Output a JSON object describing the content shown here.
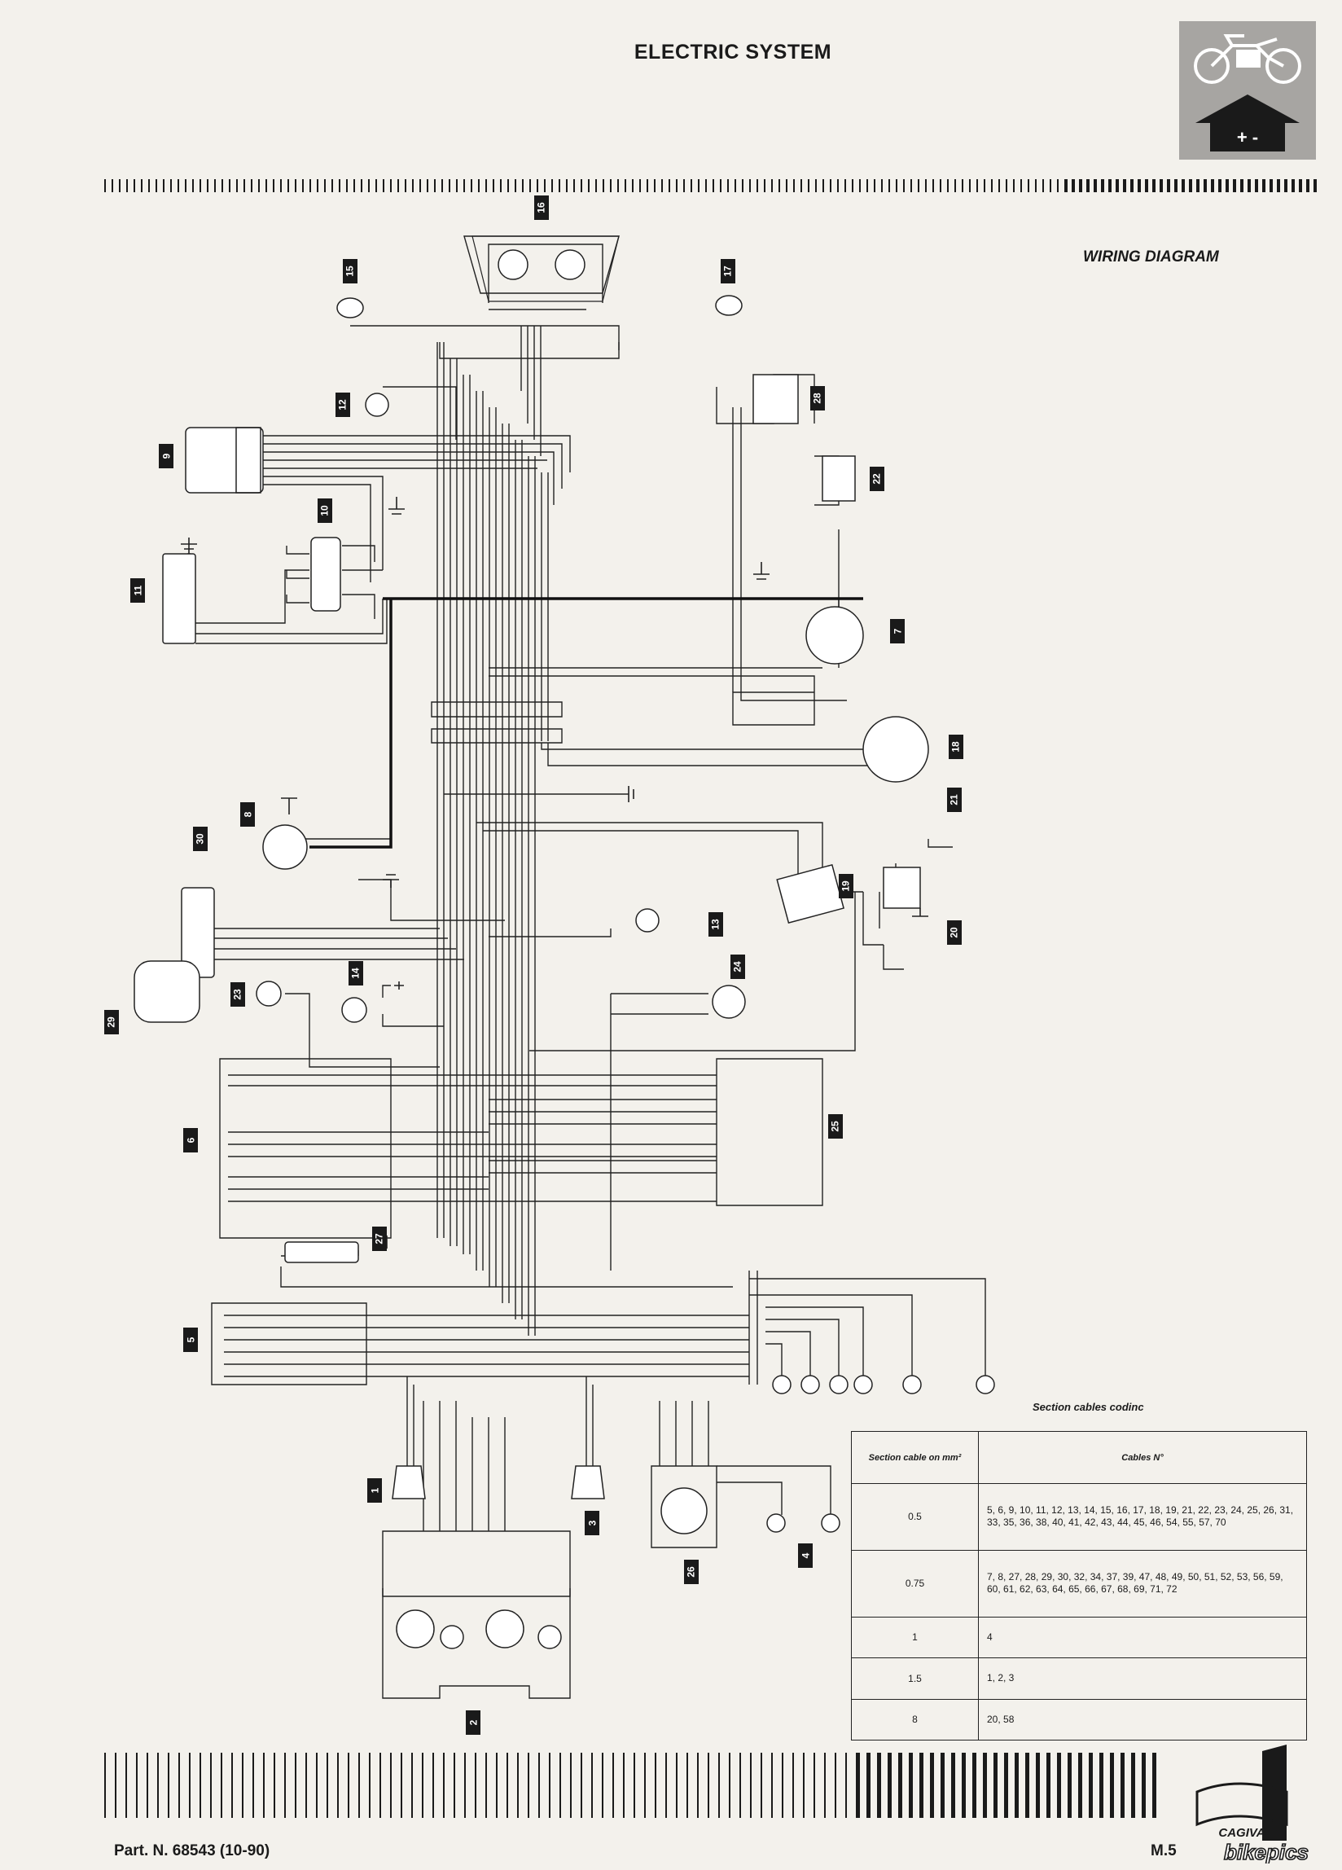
{
  "header": {
    "title": "ELECTRIC SYSTEM",
    "subtitle": "WIRING DIAGRAM",
    "badge_icon": "motorcycle-battery-icon",
    "badge_symbol": "+ -"
  },
  "components": [
    {
      "id": "1"
    },
    {
      "id": "2"
    },
    {
      "id": "3"
    },
    {
      "id": "4"
    },
    {
      "id": "5"
    },
    {
      "id": "6"
    },
    {
      "id": "7"
    },
    {
      "id": "8"
    },
    {
      "id": "9"
    },
    {
      "id": "10"
    },
    {
      "id": "11"
    },
    {
      "id": "12"
    },
    {
      "id": "13"
    },
    {
      "id": "14"
    },
    {
      "id": "15"
    },
    {
      "id": "16"
    },
    {
      "id": "17"
    },
    {
      "id": "18"
    },
    {
      "id": "19"
    },
    {
      "id": "20"
    },
    {
      "id": "21"
    },
    {
      "id": "22"
    },
    {
      "id": "23"
    },
    {
      "id": "24"
    },
    {
      "id": "25"
    },
    {
      "id": "26"
    },
    {
      "id": "27"
    },
    {
      "id": "28"
    },
    {
      "id": "29"
    },
    {
      "id": "30"
    }
  ],
  "table": {
    "caption": "Section cables codinc",
    "headers": [
      "Section cable on mm²",
      "Cables N°"
    ],
    "rows": [
      {
        "section": "0.5",
        "cables": "5, 6, 9, 10, 11, 12, 13, 14, 15, 16, 17, 18, 19, 21, 22, 23, 24, 25, 26, 31, 33, 35, 36, 38, 40, 41, 42, 43, 44, 45, 46, 54, 55, 57, 70"
      },
      {
        "section": "0.75",
        "cables": "7, 8, 27, 28, 29, 30, 32, 34, 37, 39, 47, 48, 49, 50, 51, 52, 53, 56, 59, 60, 61, 62, 63, 64, 65, 66, 67, 68, 69, 71, 72"
      },
      {
        "section": "1",
        "cables": "4"
      },
      {
        "section": "1.5",
        "cables": "1, 2, 3"
      },
      {
        "section": "8",
        "cables": "20, 58"
      }
    ]
  },
  "footer": {
    "part_number": "Part. N. 68543 (10-90)",
    "page": "M.5",
    "logo_text": "CAGIVA",
    "watermark": "bikepics"
  }
}
